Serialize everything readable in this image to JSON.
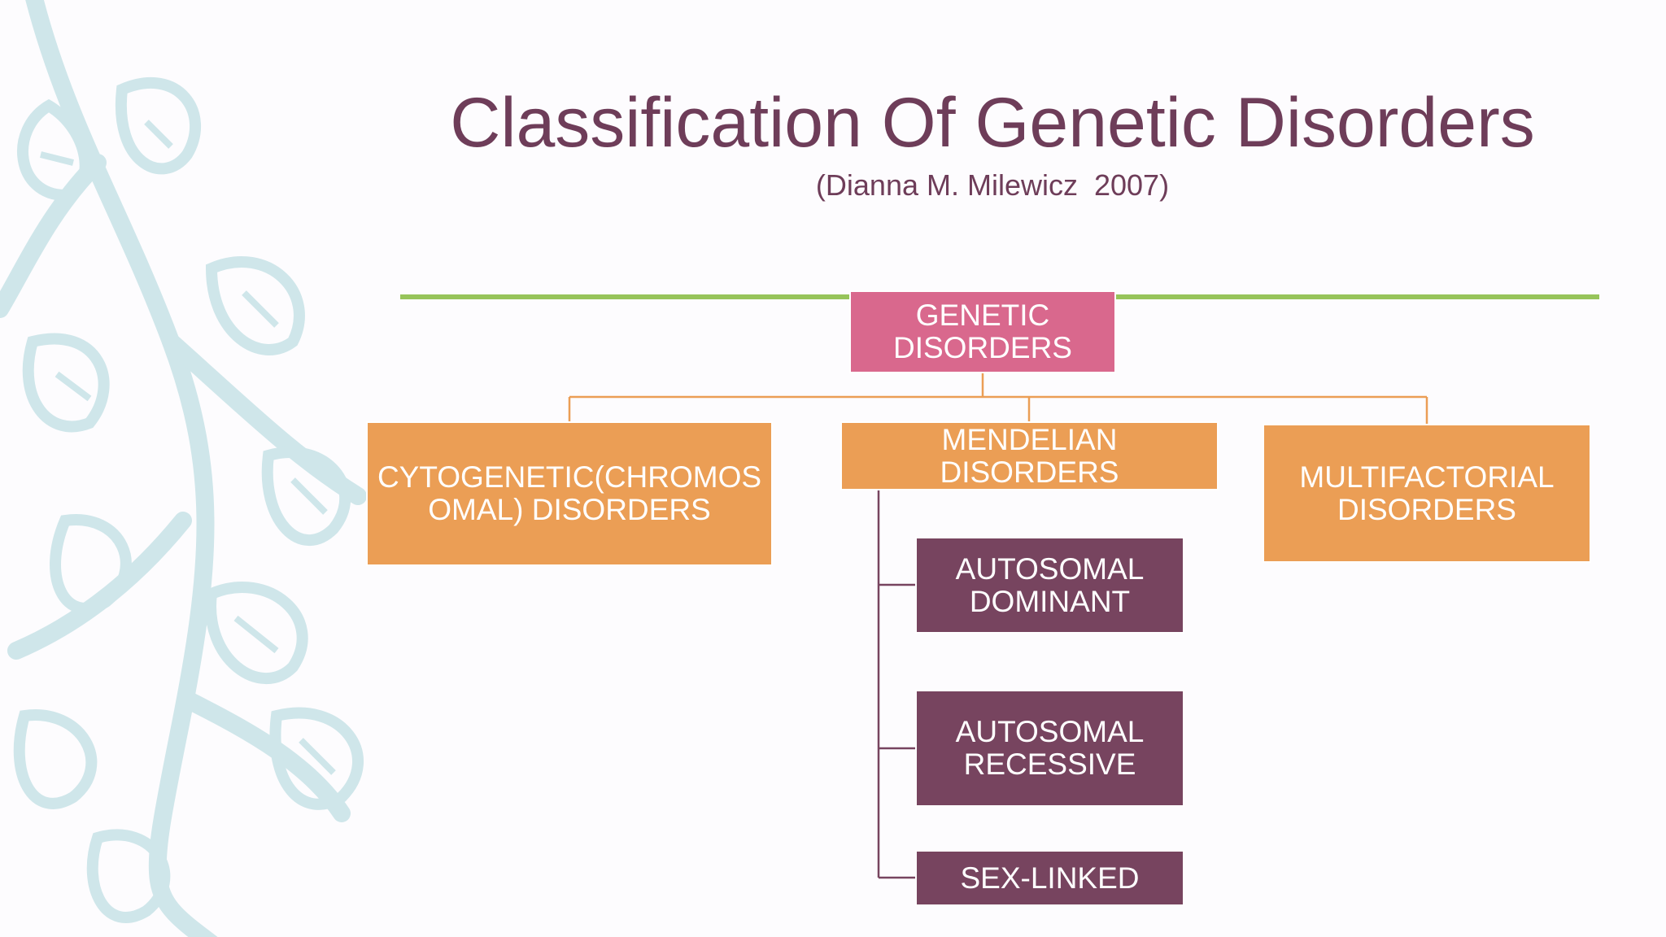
{
  "slide": {
    "title": "Classification Of Genetic Disorders",
    "subtitle": "(Dianna M. Milewicz  2007)"
  },
  "nodes": {
    "root": [
      "GENETIC",
      "DISORDERS"
    ],
    "cytogenetic": [
      "CYTOGENETIC(CHROMOS",
      "OMAL) DISORDERS"
    ],
    "mendelian": [
      "MENDELIAN",
      "DISORDERS"
    ],
    "multifactorial": [
      "MULTIFACTORIAL",
      "DISORDERS"
    ],
    "autosomal_dominant": [
      "AUTOSOMAL",
      "DOMINANT"
    ],
    "autosomal_recessive": [
      "AUTOSOMAL",
      "RECESSIVE"
    ],
    "sex_linked": [
      "SEX-LINKED"
    ]
  },
  "colors": {
    "title": "#6e3d59",
    "root": "#d9688d",
    "level1": "#eb9e55",
    "level2": "#77445f",
    "accent_line": "#97c45a",
    "connector_orange": "#eb9e55",
    "connector_plum": "#77445f",
    "decor": "#cfe6ea"
  }
}
